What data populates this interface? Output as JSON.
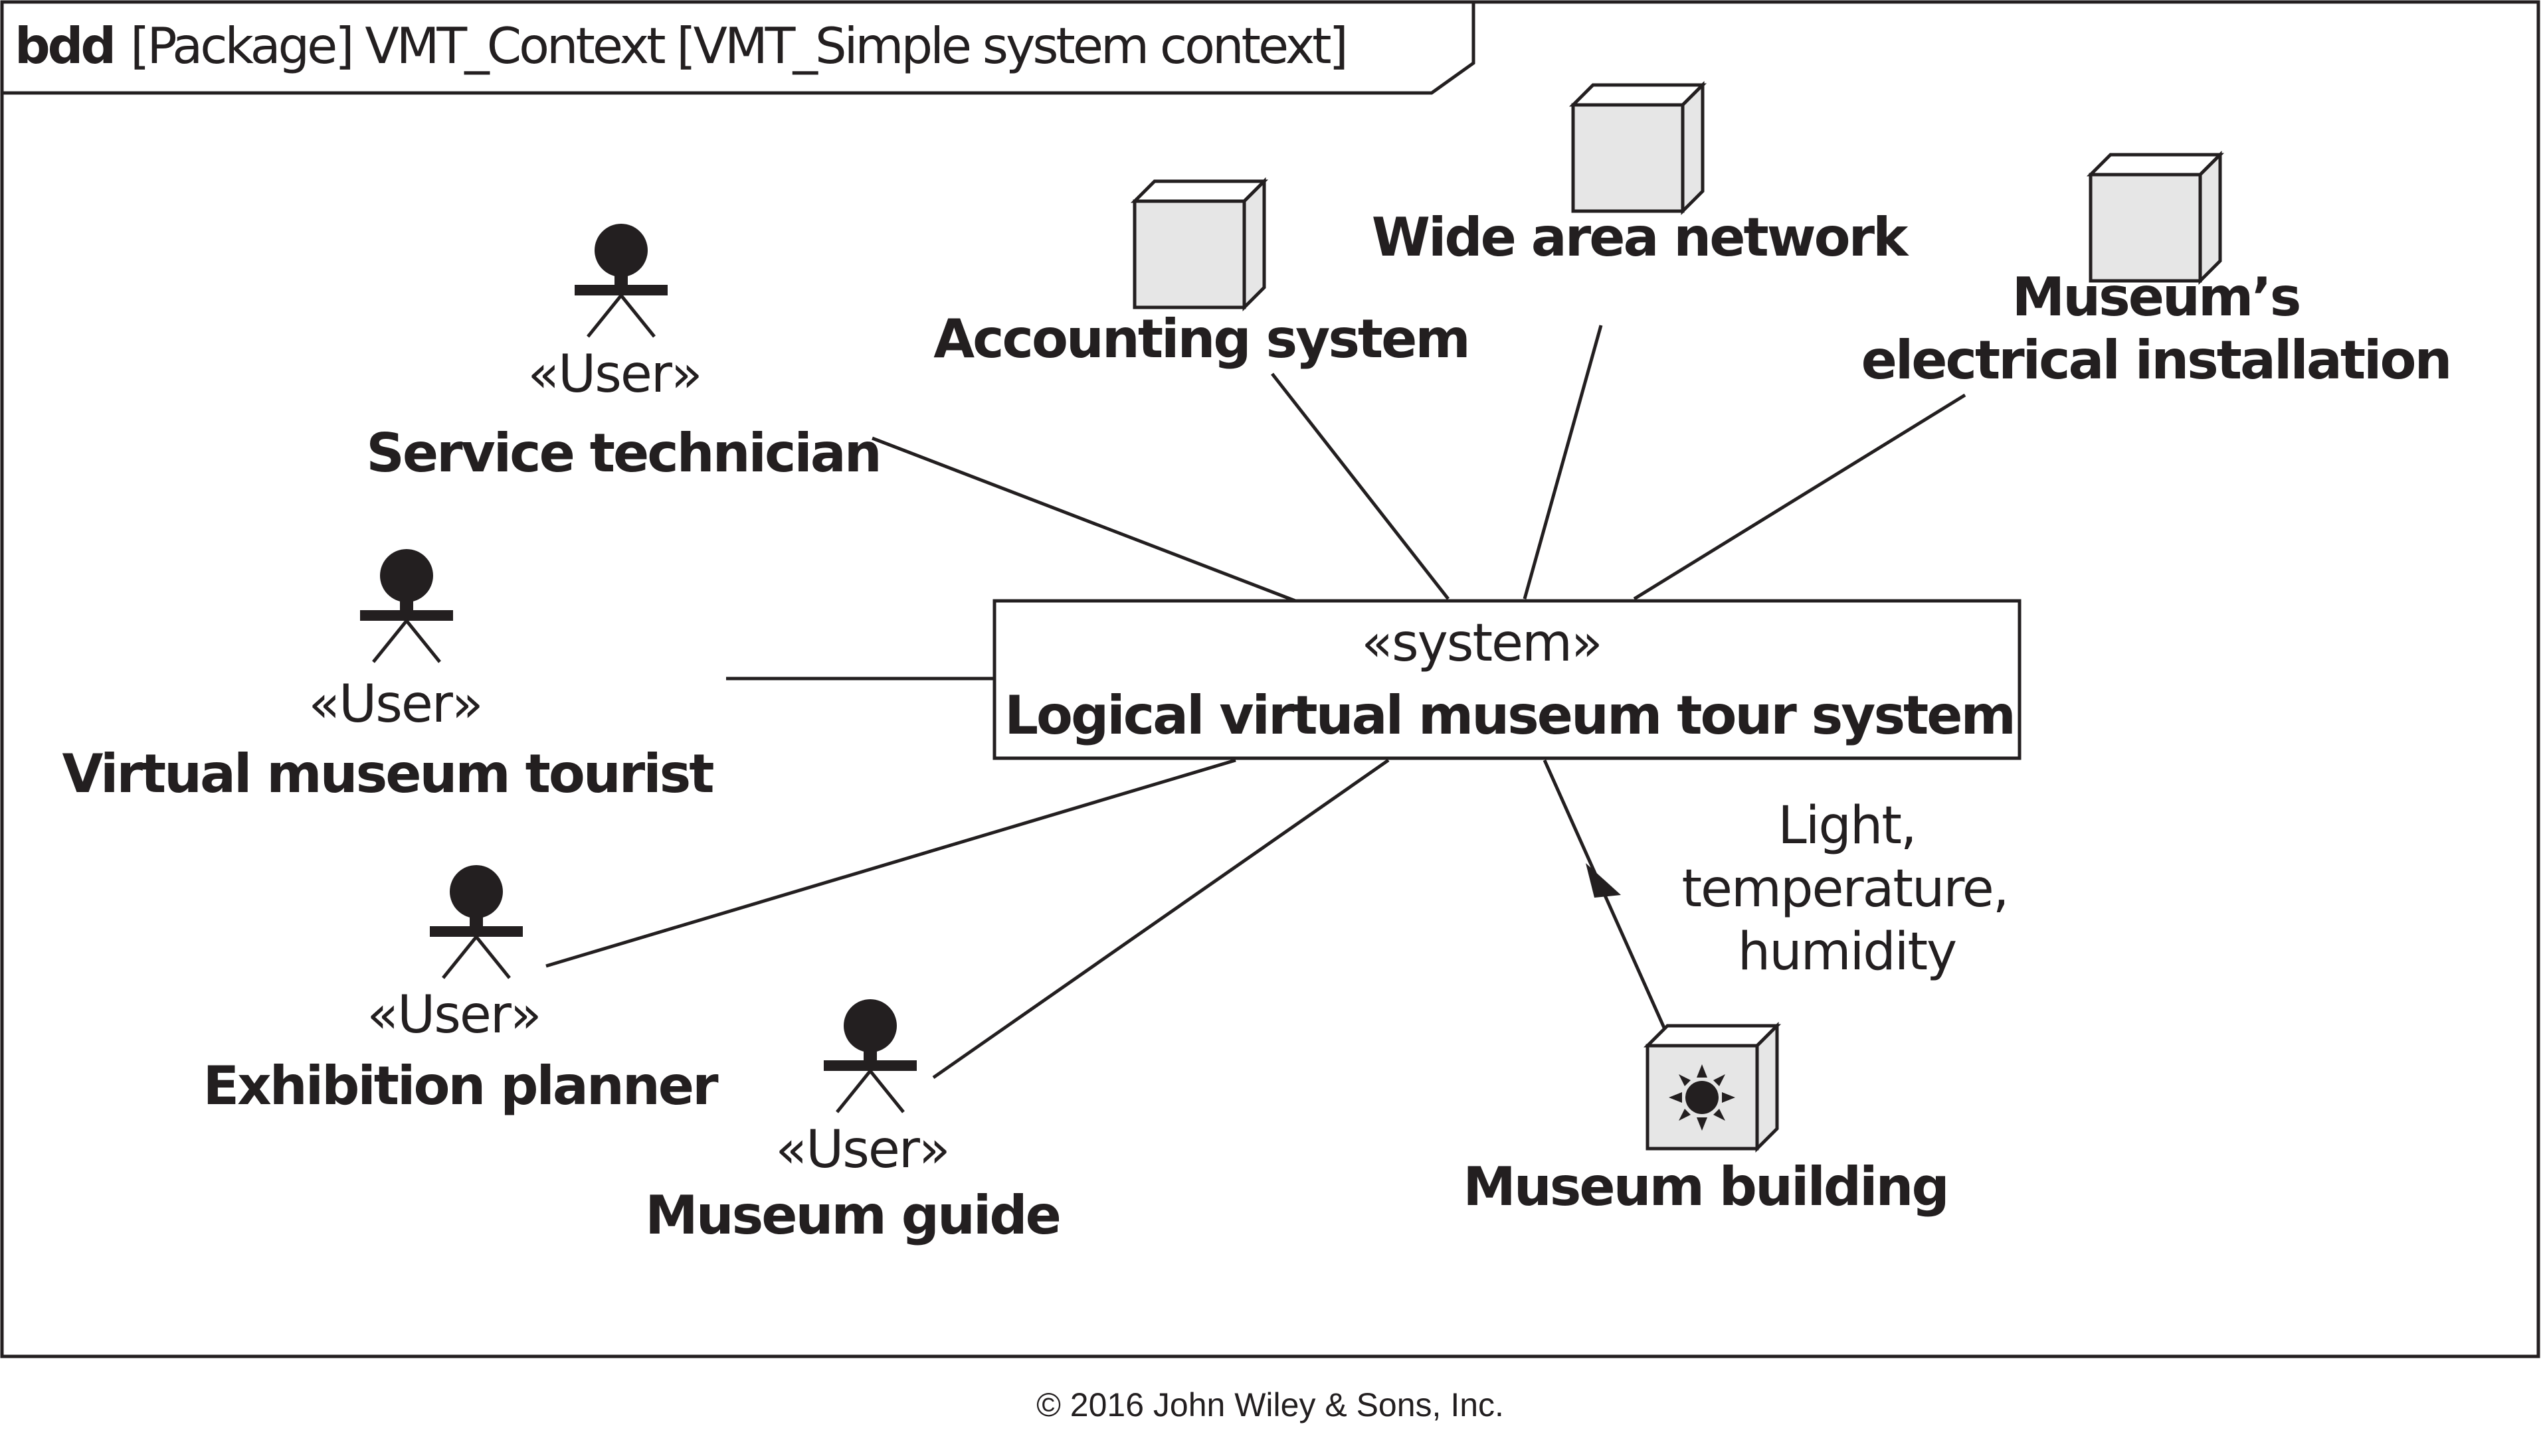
{
  "frame": {
    "kind": "bdd",
    "header": "[Package] VMT_Context [VMT_Simple system context]"
  },
  "system": {
    "stereotype": "«system»",
    "name": "Logical virtual museum tour system"
  },
  "actors": [
    {
      "stereotype": "«User»",
      "name": "Service technician"
    },
    {
      "stereotype": "«User»",
      "name": "Virtual museum tourist"
    },
    {
      "stereotype": "«User»",
      "name": "Exhibition planner"
    },
    {
      "stereotype": "«User»",
      "name": "Museum guide"
    }
  ],
  "external_systems": [
    {
      "name": "Accounting system"
    },
    {
      "name": "Wide area network"
    },
    {
      "name_line1": "Museum’s",
      "name_line2": "electrical installation"
    }
  ],
  "environment": {
    "name": "Museum building",
    "icon": "sun-icon",
    "flow_line1": "Light,",
    "flow_line2": "temperature,",
    "flow_line3": "humidity"
  },
  "copyright": "© 2016 John Wiley & Sons, Inc.",
  "colors": {
    "ink": "#231f20",
    "box_fill": "#e6e6e6"
  }
}
